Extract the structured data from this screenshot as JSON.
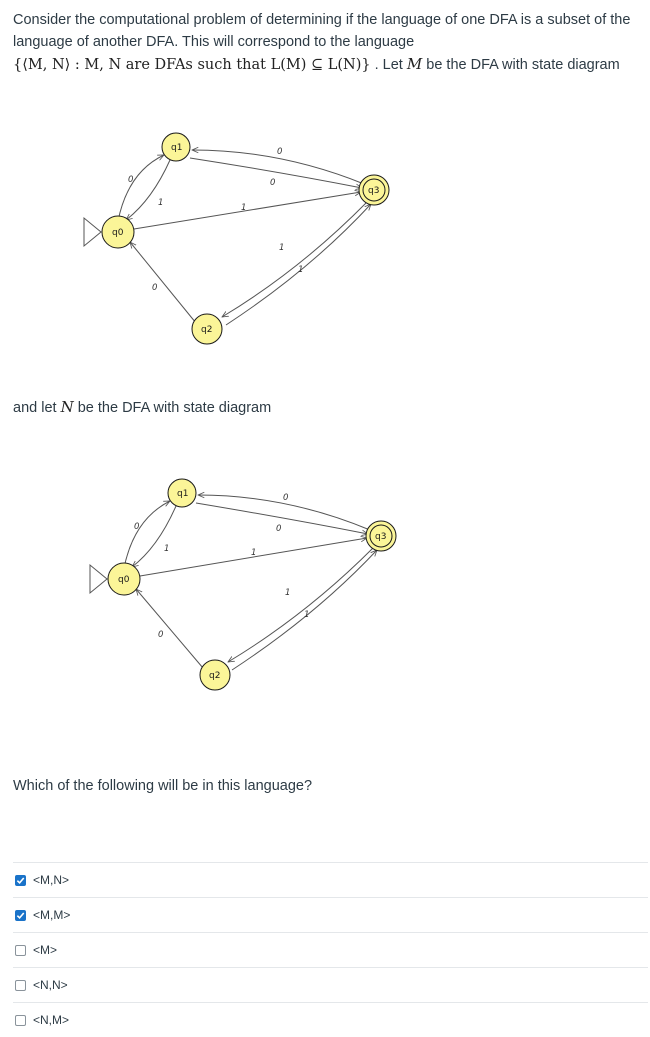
{
  "intro": {
    "line1": "Consider the computational problem of determining if the language of one DFA is a subset of the language of another DFA. This will correspond to the language",
    "set_expr": "{⟨M, N⟩ : M, N are DFAs such that L(M) ⊆ L(N)}",
    "tail_pre": ". Let",
    "var_m": "M",
    "tail_post": "be the DFA with state diagram"
  },
  "dfa_m": {
    "states": [
      "q0",
      "q1",
      "q2",
      "q3"
    ],
    "start_state": "q0",
    "accept_states": [
      "q3"
    ],
    "edge_labels": {
      "q0_to_q1": "0",
      "q1_to_q0": "1",
      "q3_to_q1": "0",
      "q1_to_q3": "0",
      "q0_to_q3": "1",
      "q2_to_q0": "0",
      "q3_to_q2": "1",
      "q2_to_q3": "1"
    }
  },
  "mid_text": {
    "pre": "and let",
    "var_n": "N",
    "post": "be the DFA with state diagram"
  },
  "dfa_n": {
    "states": [
      "q0",
      "q1",
      "q2",
      "q3"
    ],
    "start_state": "q0",
    "accept_states": [
      "q3"
    ],
    "edge_labels": {
      "q0_to_q1": "0",
      "q1_to_q0": "1",
      "q3_to_q1": "0",
      "q1_to_q3": "0",
      "q0_to_q3": "1",
      "q2_to_q0": "0",
      "q3_to_q2": "1",
      "q2_to_q3": "1"
    }
  },
  "question": "Which of the following will be in this language?",
  "answers": [
    {
      "label": "<M,N>",
      "checked": true
    },
    {
      "label": "<M,M>",
      "checked": true
    },
    {
      "label": "<M>",
      "checked": false
    },
    {
      "label": "<N,N>",
      "checked": false
    },
    {
      "label": "<N,M>",
      "checked": false
    }
  ],
  "colors": {
    "state_fill": "#fbf598",
    "checkbox_checked": "#1a73c9",
    "text": "#2d3b45"
  }
}
